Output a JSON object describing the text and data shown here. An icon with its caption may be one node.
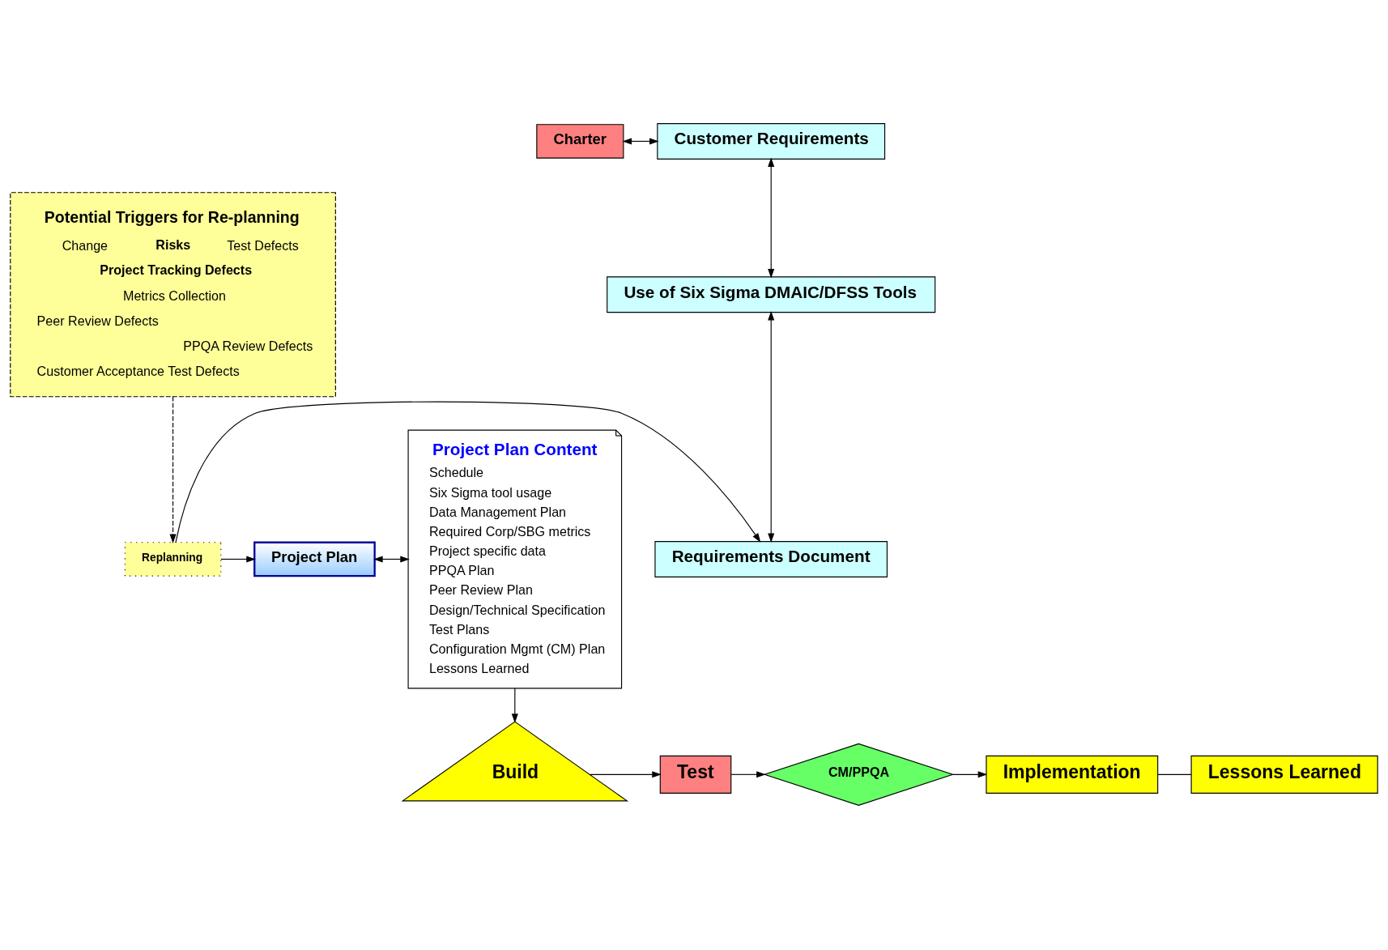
{
  "diagram": {
    "nodes": [
      {
        "text": [
          "Charter"
        ]
      },
      {
        "text": [
          "Customer Requirements"
        ]
      },
      {
        "text": [
          "Use of Six Sigma DMAIC/DFSS Tools"
        ]
      },
      {
        "text": [
          "Requirements Document"
        ]
      },
      {
        "text": [
          "Replanning"
        ]
      },
      {
        "text": [
          "Project Plan"
        ]
      },
      {
        "text": [
          "Project Plan Content",
          "Schedule",
          "Six Sigma tool usage",
          "Data Management Plan",
          "Required Corp/SBG metrics",
          "Project specific data",
          "PPQA Plan",
          "Peer Review Plan",
          "Design/Technical Specification",
          "Test Plans",
          "Configuration Mgmt (CM) Plan",
          "Lessons Learned"
        ]
      },
      {
        "text": [
          "Potential Triggers for Re-planning",
          "Change",
          "Risks",
          "Test Defects",
          "Project Tracking Defects",
          "Metrics Collection",
          "Peer Review Defects",
          "PPQA Review Defects",
          "Customer Acceptance Test Defects"
        ]
      },
      {
        "text": [
          "Lessons Learned"
        ]
      },
      {
        "text": [
          "Implementation"
        ]
      },
      {
        "text": [
          "CM/PPQA"
        ]
      },
      {
        "text": [
          "Test"
        ]
      },
      {
        "text": [
          "Build"
        ]
      }
    ],
    "edges": [
      {
        "from": 0,
        "to": 1,
        "arrow": "both"
      },
      {
        "from": 1,
        "to": 2,
        "arrow": "both"
      },
      {
        "from": 2,
        "to": 3,
        "arrow": "both"
      },
      {
        "from": 4,
        "to": 3,
        "arrow": "to"
      },
      {
        "from": 4,
        "to": 5,
        "arrow": "to"
      },
      {
        "from": 5,
        "to": 6,
        "arrow": "both"
      },
      {
        "from": 7,
        "to": 4,
        "arrow": "to",
        "style": "dashed"
      },
      {
        "from": 6,
        "to": 12,
        "arrow": "to"
      },
      {
        "from": 12,
        "to": 11,
        "arrow": "to"
      },
      {
        "from": 11,
        "to": 10,
        "arrow": "to"
      },
      {
        "from": 10,
        "to": 9,
        "arrow": "to"
      },
      {
        "from": 9,
        "to": 8,
        "arrow": "none"
      }
    ]
  }
}
